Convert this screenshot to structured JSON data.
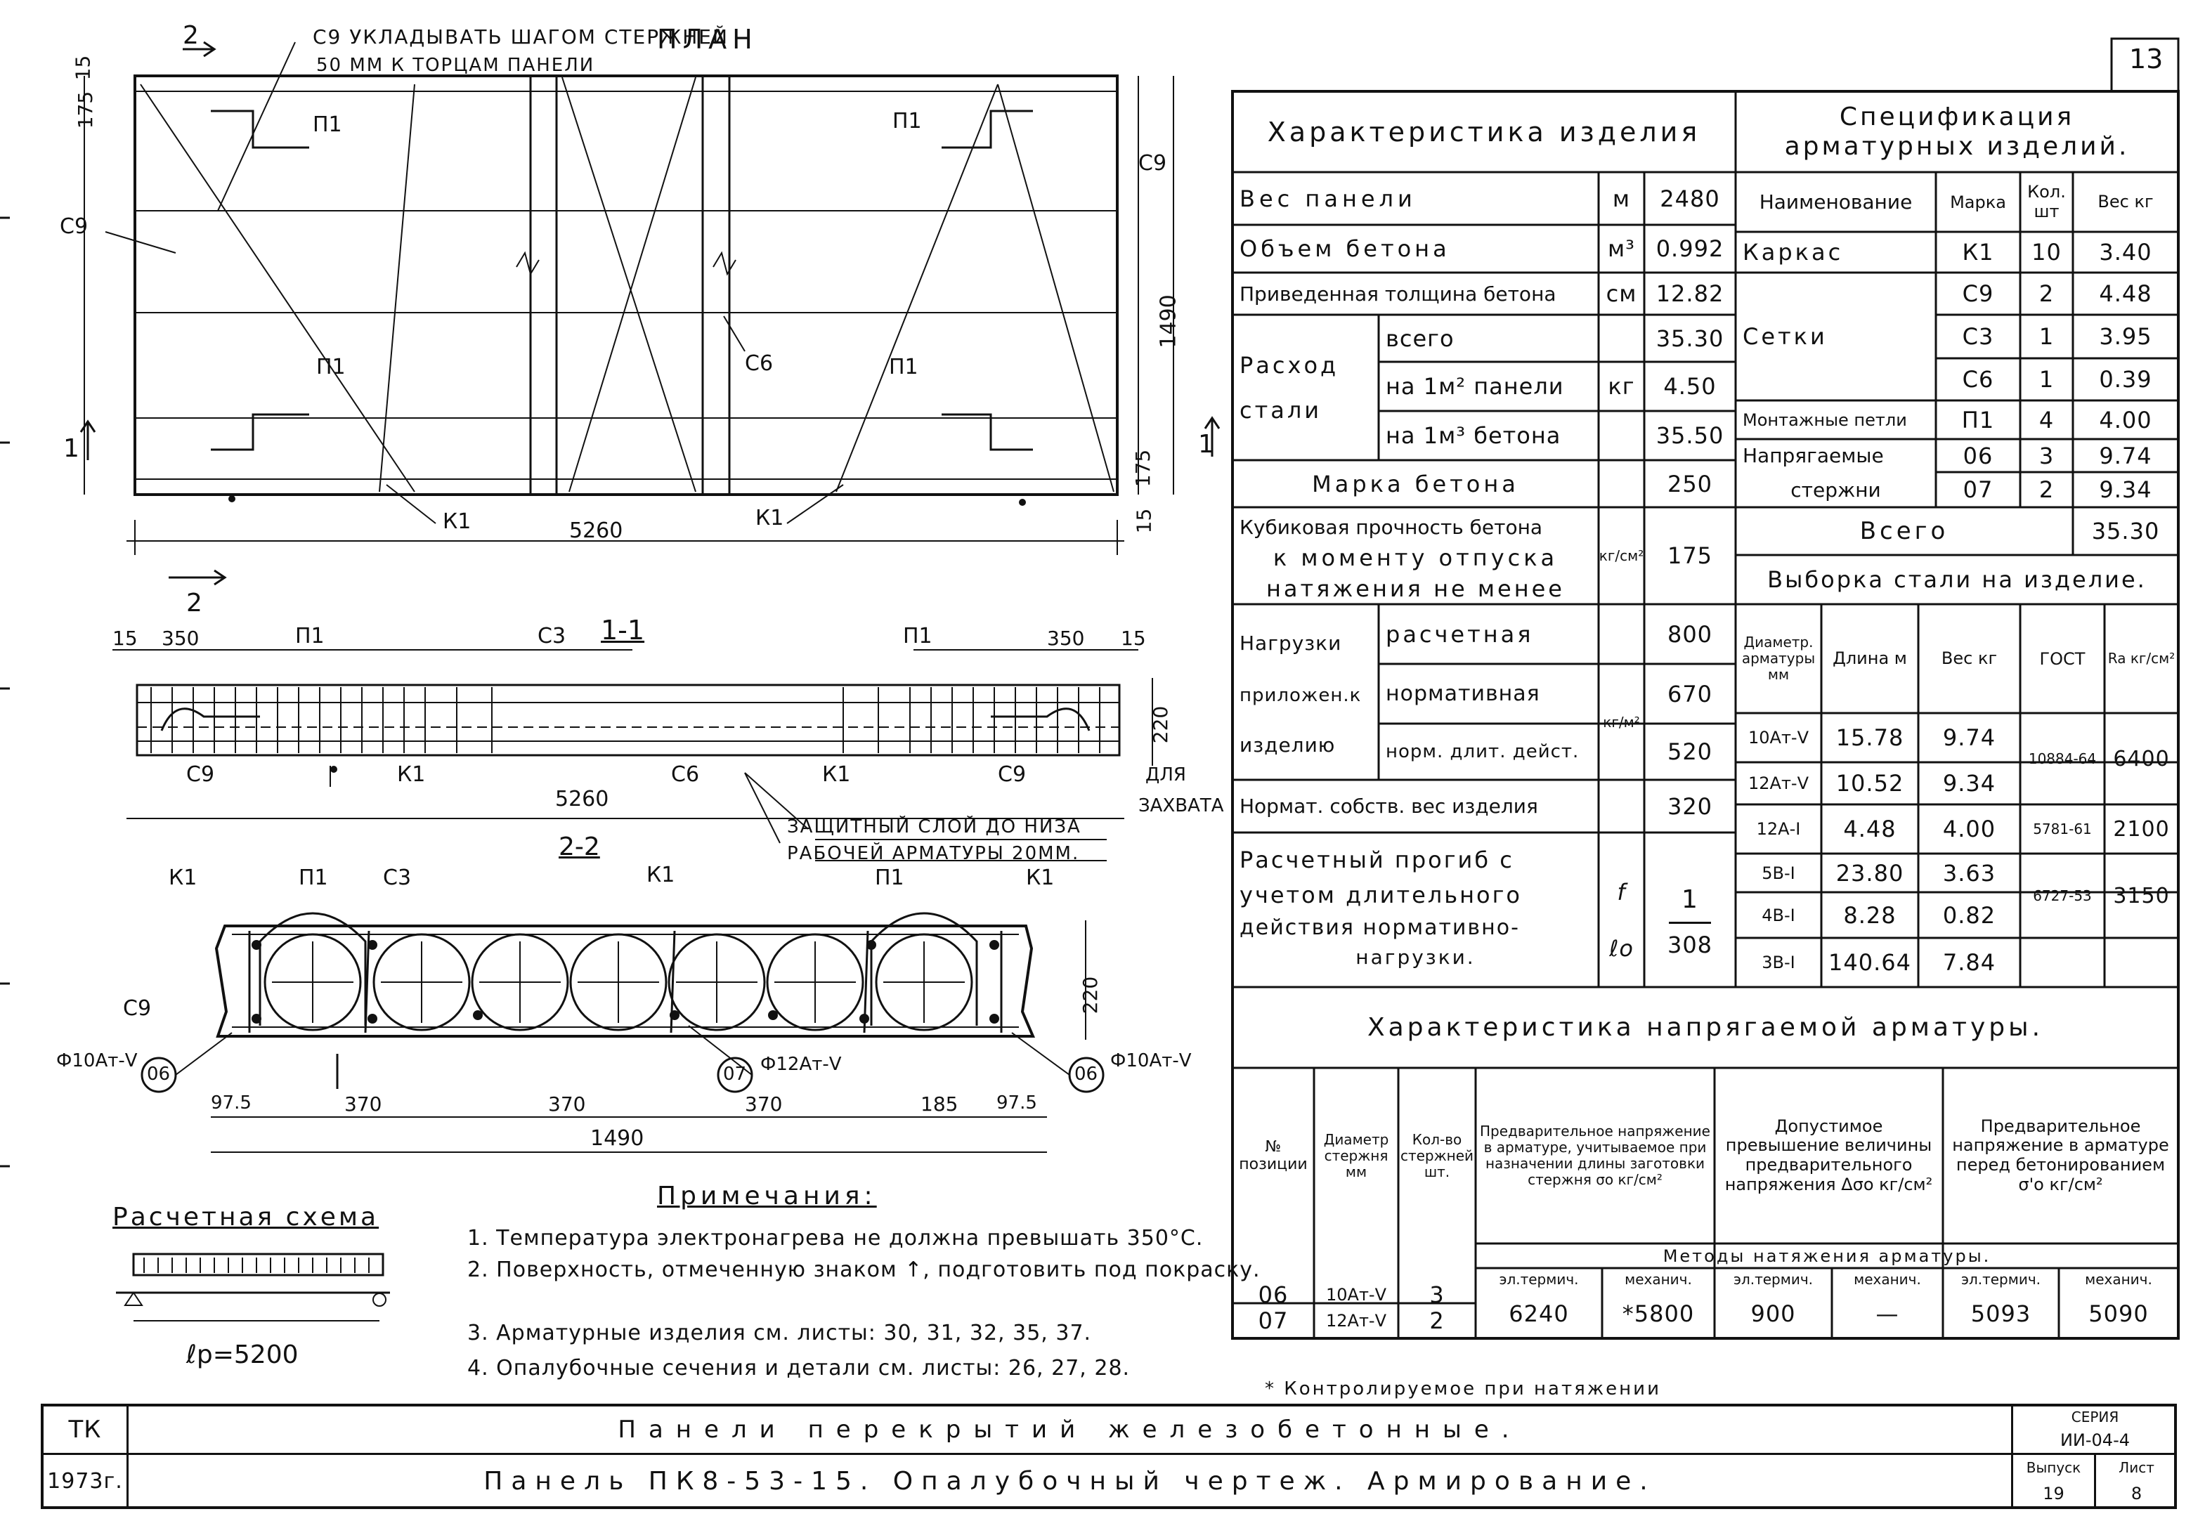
{
  "sheet": {
    "corner_number": "13",
    "org": "ТК",
    "year": "1973г.",
    "title1": "Панели перекрытий железобетонные.",
    "title2": "Панель ПК8-53-15. Опалубочный чертеж. Армирование.",
    "series_label": "СЕРИЯ",
    "series": "ИИ-04-4",
    "issue_label": "Выпуск",
    "issue": "19",
    "sheet_label": "Лист",
    "sheet_no": "8"
  },
  "plan": {
    "title": "ПЛАН",
    "note1": "С9 УКЛАДЫВАТЬ ШАГОМ СТЕРЖНЕЙ",
    "note2": "50 ММ К ТОРЦАМ ПАНЕЛИ",
    "dim_175_top": "175",
    "dim_15_top": "15",
    "dim_1490": "1490",
    "dim_175_bottom": "175",
    "dim_15_bottom": "15",
    "dim_5260": "5260",
    "labels": {
      "p1": "П1",
      "c9": "С9",
      "c6": "С6",
      "k1": "К1"
    },
    "cut_2": "2",
    "cut_1": "1"
  },
  "section11": {
    "title": "1-1",
    "d15": "15",
    "d350": "350",
    "d220": "220",
    "d5260": "5260",
    "labels": {
      "p1": "П1",
      "c3": "С3",
      "c9": "С9",
      "k1": "К1",
      "c6": "С6"
    },
    "grip": "ДЛЯ",
    "grip2": "ЗАХВАТА",
    "cover1": "ЗАЩИТНЫЙ СЛОЙ ДО НИЗА",
    "cover2": "РАБОЧЕЙ АРМАТУРЫ 20ММ."
  },
  "section22": {
    "title": "2-2",
    "labels": {
      "k1": "К1",
      "p1": "П1",
      "c3": "С3",
      "c9": "С9"
    },
    "bar06": "Ф10Ат-V",
    "mark06": "06",
    "bar07": "Ф12Ат-V",
    "mark07": "07",
    "d220": "220",
    "dims": [
      "97.5",
      "370",
      "370",
      "370",
      "185",
      "97.5"
    ],
    "total": "1490"
  },
  "scheme": {
    "title": "Расчетная схема",
    "lp": "ℓр=5200"
  },
  "notes": {
    "title": "Примечания:",
    "items": [
      "1. Температура электронагрева не должна превышать 350°С.",
      "2. Поверхность, отмеченную знаком ↑, подготовить под покраску.",
      "3. Арматурные изделия см. листы: 30, 31, 32, 35, 37.",
      "4. Опалубочные сечения и детали см. листы: 26, 27, 28."
    ]
  },
  "product": {
    "title": "Характеристика изделия",
    "rows": {
      "weight": {
        "label": "Вес панели",
        "unit": "м",
        "value": "2480"
      },
      "volume": {
        "label": "Объем бетона",
        "unit": "м³",
        "value": "0.992"
      },
      "thickness": {
        "label": "Приведенная толщина бетона",
        "unit": "см",
        "value": "12.82"
      },
      "steel_group": "Расход стали",
      "steel_total": {
        "label": "всего",
        "value": "35.30"
      },
      "steel_m2": {
        "label": "на 1м² панели",
        "unit": "кг",
        "value": "4.50"
      },
      "steel_m3": {
        "label": "на 1м³ бетона",
        "value": "35.50"
      },
      "grade": {
        "label": "Марка бетона",
        "value": "250"
      },
      "cube": {
        "label1": "Кубиковая прочность бетона",
        "label2": "к моменту отпуска",
        "label3": "натяжения не менее",
        "unit": "кг/см²",
        "value": "175"
      },
      "loads_group1": "Нагрузки",
      "loads_group2": "приложен.к",
      "loads_group3": "изделию",
      "load_calc": {
        "label": "расчетная",
        "value": "800"
      },
      "load_norm": {
        "label": "нормативная",
        "value": "670"
      },
      "load_long": {
        "label": "норм. длит. дейст.",
        "value": "520"
      },
      "loads_unit": "кг/м²",
      "self": {
        "label": "Нормат. собств. вес изделия",
        "value": "320"
      },
      "defl": {
        "label1": "Расчетный прогиб с",
        "label2": "учетом длительного",
        "label3": "действия нормативно-",
        "label4": "нагрузки.",
        "f": "f",
        "lo": "ℓо",
        "num": "1",
        "den": "308"
      }
    }
  },
  "spec": {
    "title": "Спецификация арматурных изделий.",
    "headers": [
      "Наименование",
      "Марка",
      "Кол. шт",
      "Вес кг"
    ],
    "rows": [
      {
        "name": "Каркас",
        "mark": "К1",
        "qty": "10",
        "w": "3.40"
      },
      {
        "name": "Сетки",
        "mark": "С9",
        "qty": "2",
        "w": "4.48"
      },
      {
        "name": "",
        "mark": "С3",
        "qty": "1",
        "w": "3.95"
      },
      {
        "name": "",
        "mark": "С6",
        "qty": "1",
        "w": "0.39"
      },
      {
        "name": "Монтажные петли",
        "mark": "П1",
        "qty": "4",
        "w": "4.00"
      },
      {
        "name": "Напрягаемые",
        "mark": "06",
        "qty": "3",
        "w": "9.74"
      },
      {
        "name": "стержни",
        "mark": "07",
        "qty": "2",
        "w": "9.34"
      }
    ],
    "total_label": "Всего",
    "total": "35.30"
  },
  "steel": {
    "title": "Выборка стали на изделие.",
    "headers": [
      "Диаметр. арматуры мм",
      "Длина м",
      "Вес кг",
      "ГОСТ",
      "Ra кг/см²"
    ],
    "rows": [
      {
        "d": "10Ат-V",
        "l": "15.78",
        "w": "9.74",
        "g": "10884-64",
        "ra": "6400"
      },
      {
        "d": "12Ат-V",
        "l": "10.52",
        "w": "9.34",
        "g": "",
        "ra": ""
      },
      {
        "d": "12А-I",
        "l": "4.48",
        "w": "4.00",
        "g": "5781-61",
        "ra": "2100"
      },
      {
        "d": "5В-I",
        "l": "23.80",
        "w": "3.63",
        "g": "",
        "ra": ""
      },
      {
        "d": "4В-I",
        "l": "8.28",
        "w": "0.82",
        "g": "6727-53",
        "ra": "3150"
      },
      {
        "d": "3В-I",
        "l": "140.64",
        "w": "7.84",
        "g": "",
        "ra": ""
      }
    ]
  },
  "prestress": {
    "title": "Характеристика напрягаемой арматуры.",
    "h_pos": "№ позиции",
    "h_dia": "Диаметр стержня мм",
    "h_qty": "Кол-во стержней шт.",
    "h_pre": "Предварительное напряжение в арматуре, учитываемое при назначении длины заготовки стержня σо кг/см²",
    "h_dev": "Допустимое превышение величины предварительного напряжения Δσо кг/см²",
    "h_conc": "Предварительное напряжение в арматуре перед бетонированием σ'о кг/см²",
    "methods": "Методы натяжения арматуры.",
    "sub": [
      "эл.термич.",
      "механич.",
      "эл.термич.",
      "механич.",
      "эл.термич.",
      "механич."
    ],
    "rows": [
      {
        "pos": "06",
        "dia": "10Ат-V",
        "qty": "3"
      },
      {
        "pos": "07",
        "dia": "12Ат-V",
        "qty": "2"
      }
    ],
    "values": [
      "6240",
      "*5800",
      "900",
      "—",
      "5093",
      "5090"
    ],
    "footnote": "* Контролируемое при натяжении"
  }
}
